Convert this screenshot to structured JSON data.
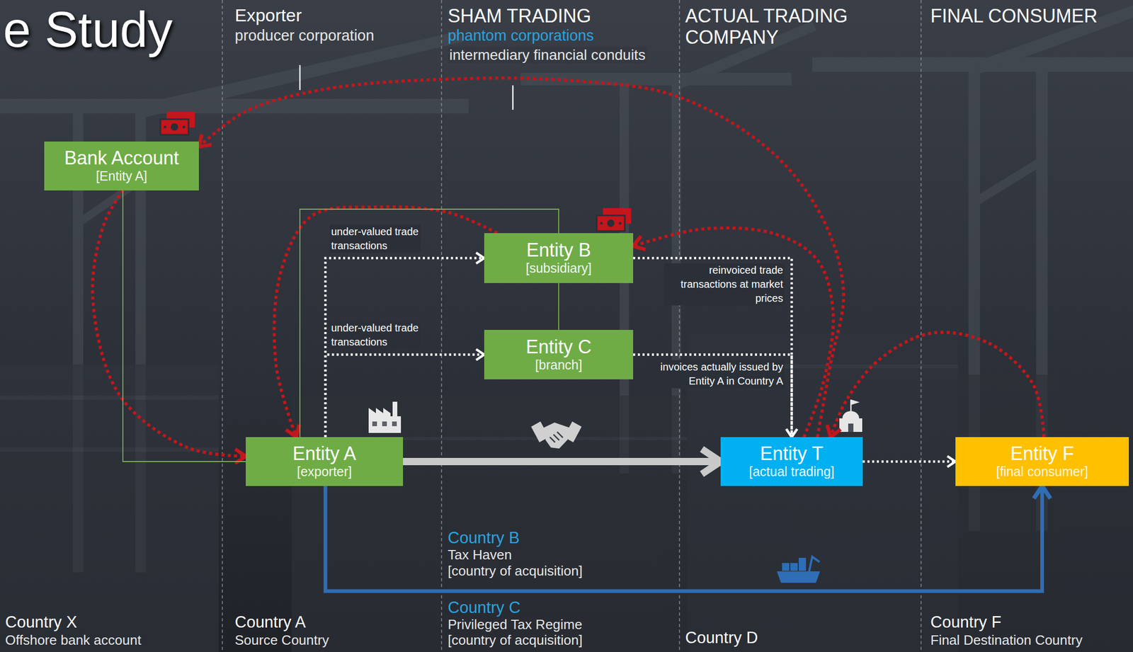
{
  "diagram": {
    "title": "e Study",
    "nodes": [
      {
        "text": [
          "Bank Account",
          "[Entity A]"
        ]
      },
      {
        "text": [
          "Entity A",
          "[exporter]"
        ]
      },
      {
        "text": [
          "Entity B",
          "[subsidiary]"
        ]
      },
      {
        "text": [
          "Entity C",
          "[branch]"
        ]
      },
      {
        "text": [
          "Entity T",
          "[actual trading]"
        ]
      },
      {
        "text": [
          "Entity F",
          "[final consumer]"
        ]
      }
    ],
    "edges": [
      {
        "from": 1,
        "to": 2,
        "arrow": "to",
        "label": "under-valued trade transactions"
      },
      {
        "from": 1,
        "to": 3,
        "arrow": "to",
        "label": "under-valued trade transactions"
      },
      {
        "from": 2,
        "to": 4,
        "arrow": "to",
        "label": "reinvoiced trade transactions at market prices"
      },
      {
        "from": 3,
        "to": 4,
        "arrow": "to",
        "label": "invoices actually issued by Entity A in Country A"
      },
      {
        "from": 4,
        "to": 5,
        "arrow": "to"
      },
      {
        "from": 1,
        "to": 4,
        "arrow": "to"
      },
      {
        "from": 1,
        "to": 5,
        "arrow": "to"
      },
      {
        "from": 0,
        "to": 1,
        "arrow": "to"
      },
      {
        "from": 2,
        "to": 1,
        "arrow": "to"
      },
      {
        "from": 4,
        "to": 2,
        "arrow": "to"
      },
      {
        "from": 5,
        "to": 4,
        "arrow": "to"
      },
      {
        "from": 4,
        "to": 0,
        "arrow": "to"
      },
      {
        "from": 0,
        "to": 1,
        "arrow": "none"
      },
      {
        "from": 1,
        "to": 2,
        "arrow": "none"
      },
      {
        "from": 2,
        "to": 3,
        "arrow": "none"
      }
    ],
    "labels": [
      "Exporter",
      "producer corporation",
      "SHAM TRADING",
      "phantom corporations",
      "intermediary financial conduits",
      "ACTUAL TRADING COMPANY",
      "FINAL CONSUMER",
      "Country X",
      "Offshore bank account",
      "Country A",
      "Source Country",
      "Country B",
      "Tax Haven",
      "[country of acquisition]",
      "Country C",
      "Privileged Tax Regime",
      "[country of acquisition]",
      "Country D",
      "Country F",
      "Final Destination Country"
    ]
  }
}
